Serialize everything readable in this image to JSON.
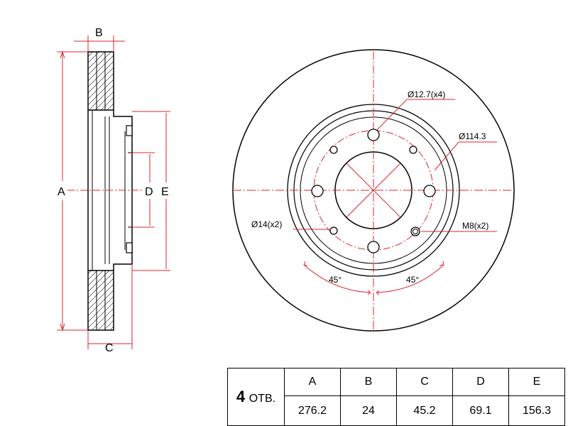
{
  "dimension_letters": {
    "a": "A",
    "b": "B",
    "c": "C",
    "d": "D",
    "e": "E"
  },
  "callouts": {
    "bolt_holes": "Ø12.7(x4)",
    "pcd": "Ø114.3",
    "center_holes": "Ø14(x2)",
    "threaded_holes": "M8(x2)",
    "angle_left": "45°",
    "angle_right": "45°"
  },
  "table": {
    "holes_count": "4",
    "holes_unit": "ОТВ.",
    "headers": [
      "A",
      "B",
      "C",
      "D",
      "E"
    ],
    "values": [
      "276.2",
      "24",
      "45.2",
      "69.1",
      "156.3"
    ]
  },
  "colors": {
    "outline": "#000000",
    "dimension": "#d9272e",
    "background": "#ffffff"
  }
}
